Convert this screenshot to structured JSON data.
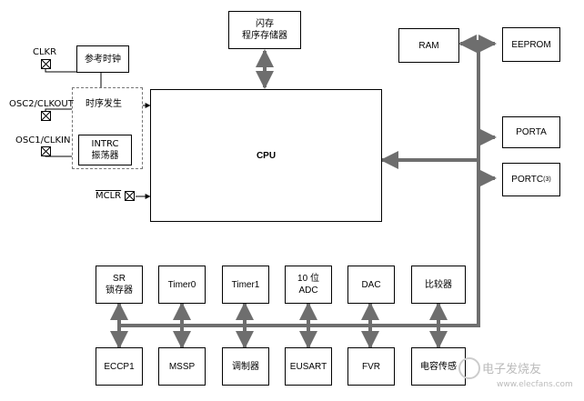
{
  "pins": {
    "clkr": "CLKR",
    "osc2": "OSC2/CLKOUT",
    "osc1": "OSC1/CLKIN",
    "mclr": "MCLR"
  },
  "blocks": {
    "ref_clock": "参考时钟",
    "timing_gen": "时序发生",
    "intrc": "INTRC\n振荡器",
    "flash": "闪存\n程序存储器",
    "cpu": "CPU",
    "ram": "RAM",
    "eeprom": "EEPROM",
    "porta": "PORTA",
    "portc": "PORTC",
    "portc_sup": "(3)"
  },
  "peripherals_top": [
    {
      "label": "SR\n锁存器"
    },
    {
      "label": "Timer0"
    },
    {
      "label": "Timer1"
    },
    {
      "label": "10 位\nADC"
    },
    {
      "label": "DAC"
    },
    {
      "label": "比较器"
    }
  ],
  "peripherals_bottom": [
    {
      "label": "ECCP1"
    },
    {
      "label": "MSSP"
    },
    {
      "label": "调制器"
    },
    {
      "label": "EUSART"
    },
    {
      "label": "FVR"
    },
    {
      "label": "电容传感"
    }
  ],
  "watermark": "电子发烧友",
  "watermark_url": "www.elecfans.com",
  "colors": {
    "bus": "#6e6e6e",
    "line": "#000000"
  }
}
